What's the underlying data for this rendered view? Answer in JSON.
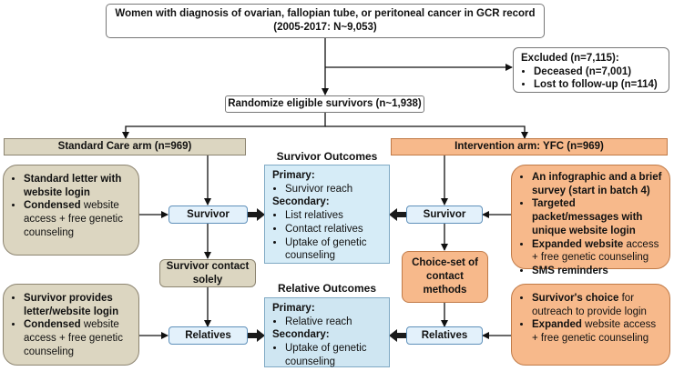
{
  "top": {
    "line1": "Women with diagnosis of ovarian, fallopian  tube, or peritoneal cancer in GCR record",
    "line2": "(2005-2017: N~9,053)"
  },
  "excluded": {
    "title": "Excluded (n=7,115):",
    "items": [
      "Deceased (n=7,001)",
      "Lost to follow-up (n=114)"
    ]
  },
  "randomize": "Randomize eligible survivors (n~1,938)",
  "standard_arm": "Standard Care arm (n=969)",
  "intervention_arm": "Intervention arm: YFC (n=969)",
  "survivor_outcomes": {
    "heading": "Survivor Outcomes",
    "primary_label": "Primary:",
    "primary": [
      "Survivor reach"
    ],
    "secondary_label": "Secondary:",
    "secondary": [
      "List relatives",
      "Contact relatives",
      "Uptake of genetic counseling"
    ]
  },
  "relative_outcomes": {
    "heading": "Relative Outcomes",
    "primary_label": "Primary:",
    "primary": [
      "Relative reach"
    ],
    "secondary_label": "Secondary:",
    "secondary": [
      "Uptake of genetic counseling"
    ]
  },
  "left_top": {
    "item1_bold": "Standard letter  with website login",
    "item2_bold": "Condensed",
    "item2_rest": " website access + free genetic counseling"
  },
  "left_bottom": {
    "item1_bold": "Survivor provides letter/website login",
    "item2_bold": "Condensed",
    "item2_rest": " website access + free genetic counseling"
  },
  "right_top": {
    "item1_bold": "An infographic and a brief survey (start in batch 4)",
    "item2_bold": "Targeted packet/messages with unique website login",
    "item3_bold": "Expanded website",
    "item3_rest": " access + free genetic counseling",
    "item4_bold": "SMS reminders"
  },
  "right_bottom": {
    "item1_bold": "Survivor's choice",
    "item1_rest": " for outreach to provide login",
    "item2_bold": "Expanded",
    "item2_rest": " website access + free genetic counseling"
  },
  "labels": {
    "survivor_left": "Survivor",
    "survivor_right": "Survivor",
    "relatives_left": "Relatives",
    "relatives_right": "Relatives",
    "contact_solely": "Survivor contact solely",
    "choice_set": "Choice-set of contact methods"
  },
  "colors": {
    "tan": "#dcd6c1",
    "orange": "#f7b98b",
    "light_blue": "#d6ecf7",
    "button_blue": "#e3f1fb"
  }
}
